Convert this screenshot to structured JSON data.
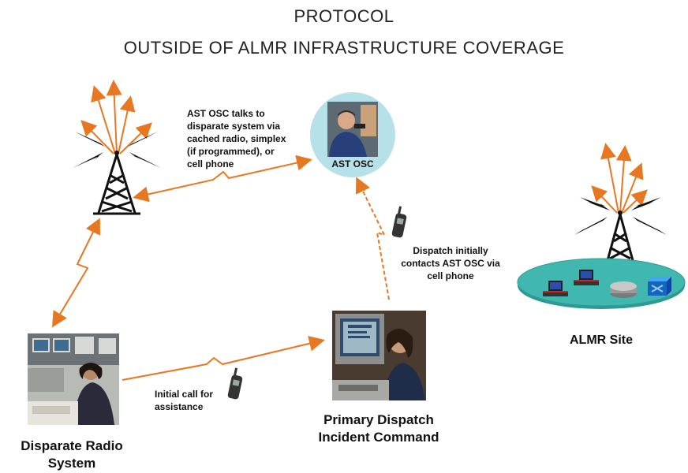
{
  "title": {
    "line1": "PROTOCOL",
    "line2": "OUTSIDE OF ALMR INFRASTRUCTURE COVERAGE"
  },
  "nodes": {
    "ast_osc": {
      "label": "AST OSC"
    },
    "dispatch": {
      "label_line1": "Primary Dispatch",
      "label_line2": "Incident Command"
    },
    "disparate": {
      "label_line1": "Disparate Radio",
      "label_line2": "System"
    },
    "almr": {
      "label": "ALMR Site"
    }
  },
  "notes": {
    "osc_talks": [
      "AST OSC talks to",
      "disparate system via",
      "cached radio, simplex",
      "(if programmed), or",
      "cell phone"
    ],
    "dispatch_contacts": [
      "Dispatch initially",
      "contacts AST OSC via",
      "cell phone"
    ],
    "initial_call": [
      "Initial call for",
      "assistance"
    ]
  },
  "colors": {
    "link": "#e87722",
    "site_disc": "#40b8b0",
    "osc_circle": "#b7e1e8"
  },
  "icons": [
    "radio-tower-icon",
    "cell-phone-icon",
    "computer-icon",
    "router-icon",
    "switch-icon"
  ]
}
